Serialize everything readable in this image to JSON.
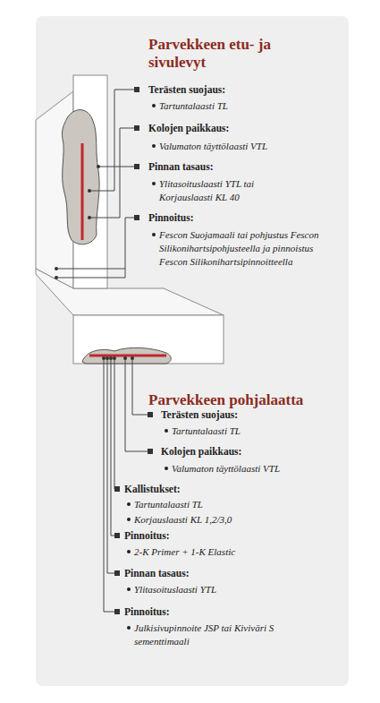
{
  "diagram": {
    "labels": [
      "Parvekkeen etu- ja sivulevyt",
      "Terästen suojaus:",
      "Tartuntalaasti TL",
      "Kolojen paikkaus:",
      "Valumaton täyttölaasti VTL",
      "Pinnan tasaus:",
      "Ylitasoituslaasti YTL tai Korjauslaasti KL 40",
      "Pinnoitus:",
      "Fescon Suojamaali tai pohjustus Fescon Silikonihartsipohjusteella ja pinnoistus Fescon Silikonihartsipinnoitteella",
      "Parvekkeen pohjalaatta",
      "Terästen suojaus:",
      "Tartuntalaasti TL",
      "Kolojen paikkaus:",
      "Valumaton täyttölaasti VTL",
      "Kallistukset:",
      "Tartuntalaasti TL",
      "Korjauslaasti KL 1,2/3,0",
      "Pinnoitus:",
      "2-K Primer + 1-K Elastic",
      "Pinnan tasaus:",
      "Ylitasoituslaasti YTL",
      "Pinnoitus:",
      "Julkisivupinnoite JSP tai Kiviväri S sementtimaali"
    ]
  }
}
